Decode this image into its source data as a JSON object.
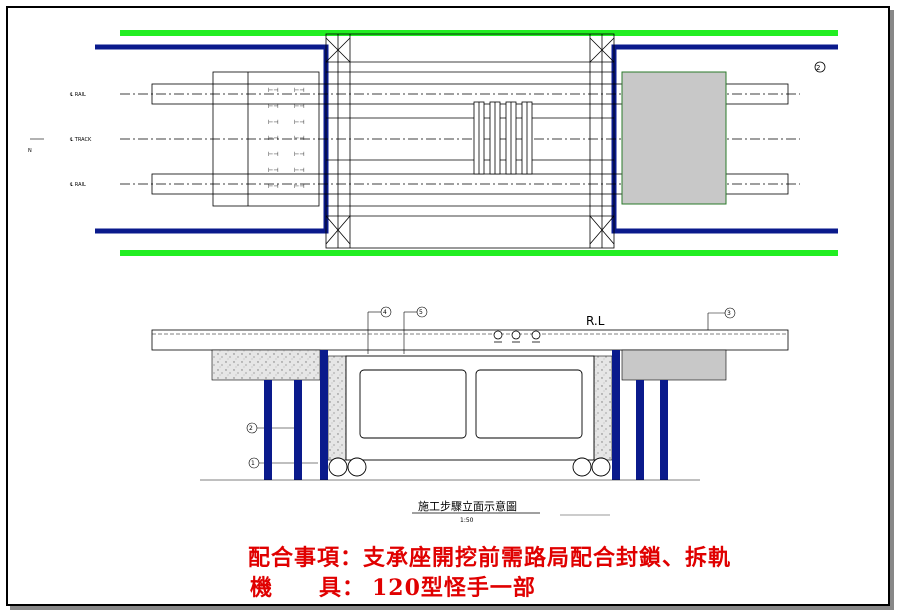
{
  "drawing": {
    "rl_label": "R.L",
    "section_title": "施工步驟立面示意圖",
    "section_scale": "1:50",
    "callouts": [
      "①",
      "②",
      "③",
      "④",
      "⑤"
    ]
  },
  "notes": {
    "line1": "配合事項：支承座開挖前需路局配合封鎖、拆軌",
    "line2_label": "機　　具：",
    "line2_value": "120型怪手一部"
  },
  "colors": {
    "green": "#22ee22",
    "blue": "#0a1a8c",
    "red_text": "#e00000",
    "gray_block": "#c8c8c8"
  }
}
